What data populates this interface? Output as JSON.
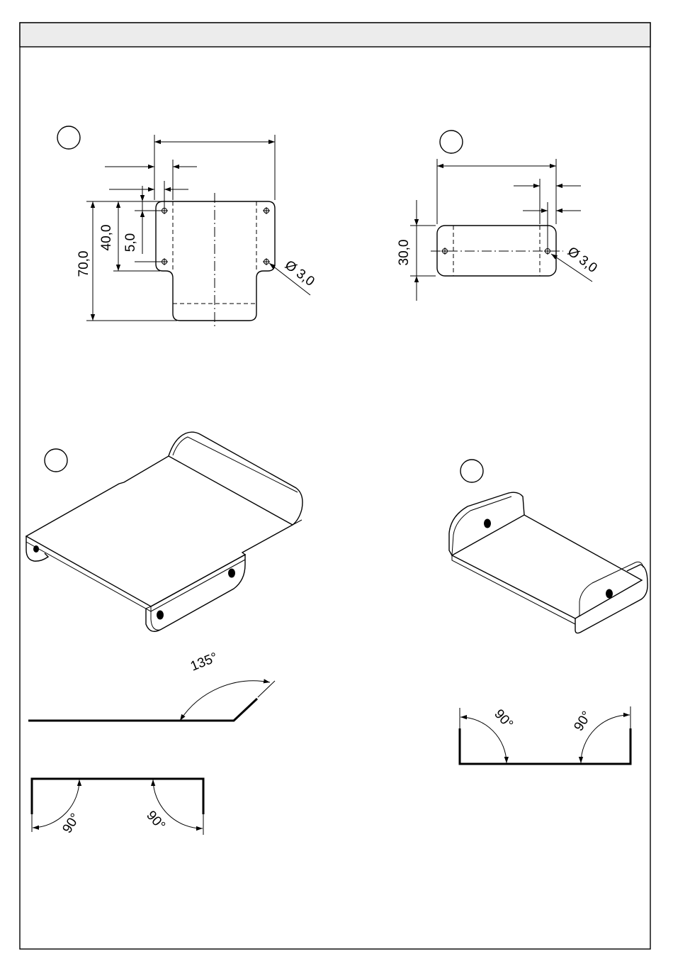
{
  "header": {
    "title": ""
  },
  "views": [
    {
      "id": "view-1",
      "label": "",
      "dims": {
        "height_total": "70,0",
        "height_upper": "40,0",
        "hole_inset": "5,0",
        "hole_dia": "Ø 3,0"
      }
    },
    {
      "id": "view-2",
      "label": "",
      "dims": {
        "height": "30,0",
        "hole_dia": "Ø 3,0"
      }
    },
    {
      "id": "view-3",
      "label": ""
    },
    {
      "id": "view-4",
      "label": ""
    }
  ],
  "bend_profiles": {
    "profile_a": {
      "angle": "135°"
    },
    "profile_b": {
      "angle_left": "90°",
      "angle_right": "90°"
    },
    "profile_c": {
      "angle_left": "90°",
      "angle_right": "90°"
    }
  }
}
